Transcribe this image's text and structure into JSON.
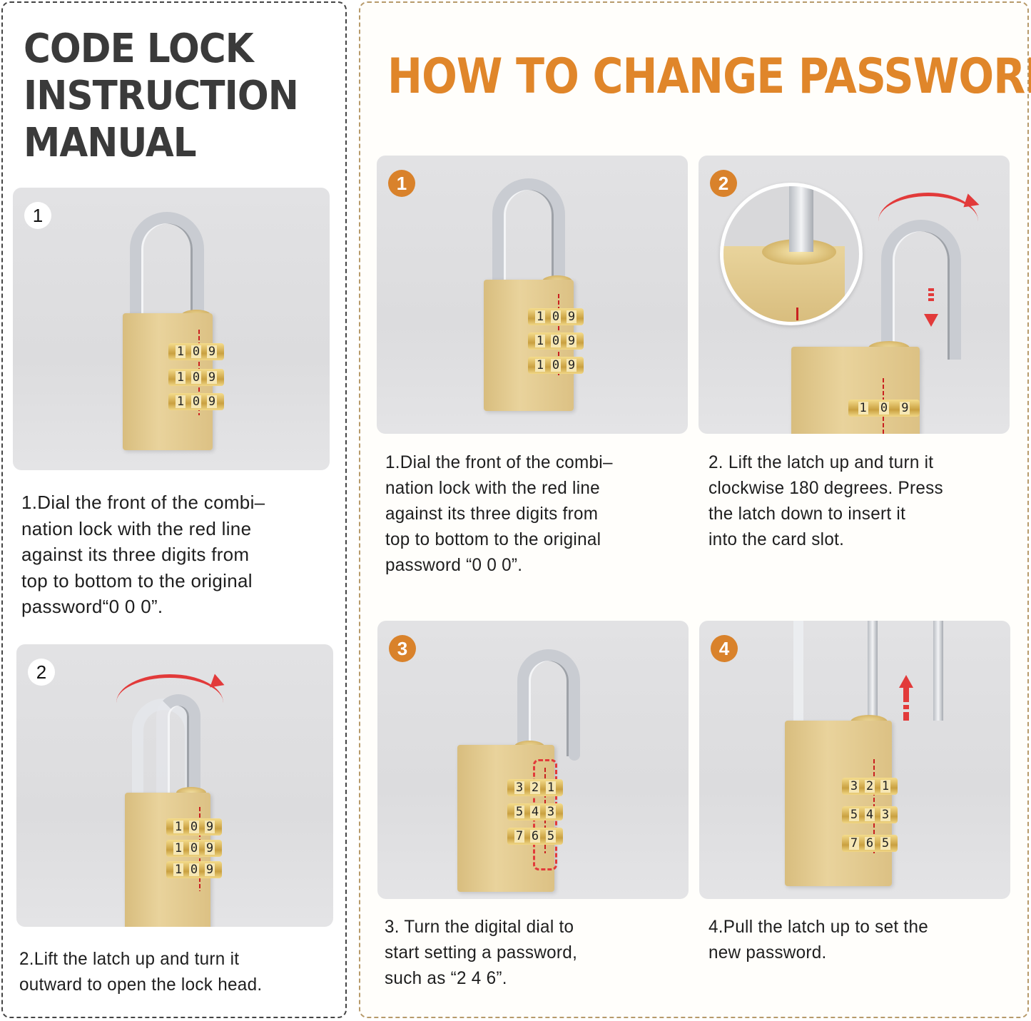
{
  "left_panel": {
    "title": "CODE LOCK\nINSTRUCTION\nMANUAL",
    "steps": [
      {
        "number": "1",
        "dial_digits": [
          "1",
          "0",
          "9"
        ],
        "caption": "1.Dial the front of the combi–\nnation lock with the red line\nagainst its three digits from\ntop to bottom to the original\npassword“0 0 0”."
      },
      {
        "number": "2",
        "dial_digits": [
          "1",
          "0",
          "9"
        ],
        "caption": "2.Lift the latch up and turn it\noutward to open the lock head."
      }
    ]
  },
  "right_panel": {
    "title": "HOW TO CHANGE PASSWORD",
    "steps": [
      {
        "number": "1",
        "dial_digits": [
          "1",
          "0",
          "9"
        ],
        "caption": "1.Dial the front of the combi–\nnation lock with the red line\nagainst its three digits from\ntop to bottom to the original\npassword “0 0 0”."
      },
      {
        "number": "2",
        "dial_digits": [
          "1",
          "0",
          "9"
        ],
        "caption": "2. Lift the latch up and turn it\nclockwise 180 degrees. Press\nthe latch down to insert it\ninto the card slot."
      },
      {
        "number": "3",
        "dial_rows": [
          [
            "3",
            "2",
            "1"
          ],
          [
            "5",
            "4",
            "3"
          ],
          [
            "7",
            "6",
            "5"
          ]
        ],
        "caption": "3. Turn the digital dial to\nstart setting a password,\nsuch as “2 4 6”."
      },
      {
        "number": "4",
        "dial_rows": [
          [
            "3",
            "2",
            "1"
          ],
          [
            "5",
            "4",
            "3"
          ],
          [
            "7",
            "6",
            "5"
          ]
        ],
        "caption": "4.Pull the latch up to set the\nnew password."
      }
    ]
  },
  "colors": {
    "accent_orange": "#e0862a",
    "badge_orange": "#d9822b",
    "title_dark": "#3a3a3a",
    "arrow_red": "#e23a3a",
    "brass": "#e2c98c"
  }
}
